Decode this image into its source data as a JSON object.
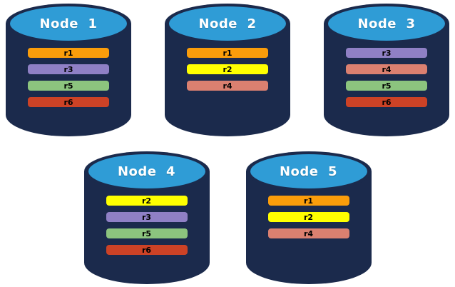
{
  "colors": {
    "background": "#FFFFFF",
    "cylinder_body": "#1B2A4C",
    "cylinder_face": "#2F9CD6",
    "node_title_text": "#FFFFFF",
    "replica_label_text": "#000000"
  },
  "replica_colors": {
    "r1": "#FA9D0B",
    "r2": "#FFFF00",
    "r3": "#8F80C5",
    "r4": "#DB8070",
    "r5": "#8CC47E",
    "r6": "#CC4226"
  },
  "nodes": [
    {
      "id": "node-1",
      "row": 1,
      "label": "Node  1",
      "replicas": [
        "r1",
        "r3",
        "r5",
        "r6"
      ]
    },
    {
      "id": "node-2",
      "row": 1,
      "label": "Node  2",
      "replicas": [
        "r1",
        "r2",
        "r4"
      ]
    },
    {
      "id": "node-3",
      "row": 1,
      "label": "Node  3",
      "replicas": [
        "r3",
        "r4",
        "r5",
        "r6"
      ]
    },
    {
      "id": "node-4",
      "row": 2,
      "label": "Node  4",
      "replicas": [
        "r2",
        "r3",
        "r5",
        "r6"
      ]
    },
    {
      "id": "node-5",
      "row": 2,
      "label": "Node  5",
      "replicas": [
        "r1",
        "r2",
        "r4"
      ]
    }
  ]
}
